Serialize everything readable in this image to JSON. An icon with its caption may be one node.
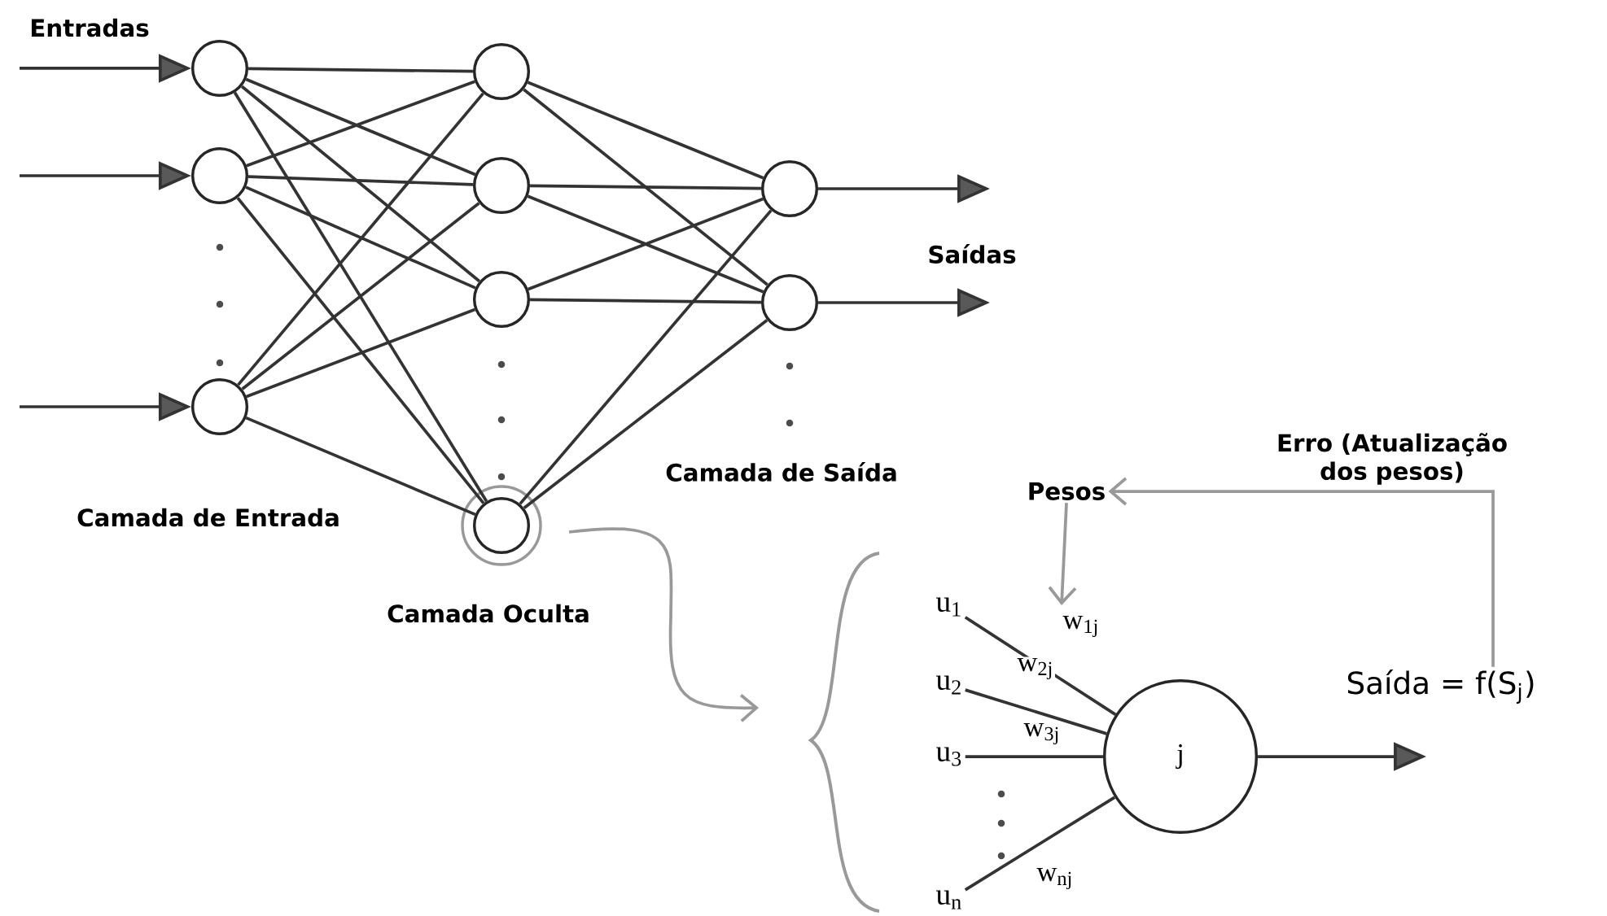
{
  "diagram": {
    "nodes": [
      {
        "text": [],
        "shape": "circle"
      },
      {
        "text": [],
        "shape": "circle"
      },
      {
        "text": [],
        "shape": "circle"
      },
      {
        "text": [],
        "shape": "circle"
      },
      {
        "text": [],
        "shape": "circle"
      },
      {
        "text": [],
        "shape": "circle"
      },
      {
        "text": [],
        "shape": "circle"
      },
      {
        "text": [],
        "shape": "circle"
      },
      {
        "text": [],
        "shape": "circle"
      },
      {
        "text": [
          "Pesos"
        ]
      },
      {
        "text": [
          "u$_{1}$"
        ]
      },
      {
        "text": [
          "u$_{2}$"
        ]
      },
      {
        "text": [
          "u$_{3}$"
        ]
      },
      {
        "text": [
          "u$_{n}$"
        ]
      },
      {
        "text": [
          "j"
        ]
      },
      {
        "text": [
          "Saída = f(S$_{j}$)"
        ]
      }
    ],
    "edges": [
      {
        "from": null,
        "to": 0,
        "arrow": "to"
      },
      {
        "from": null,
        "to": 1,
        "arrow": "to"
      },
      {
        "from": null,
        "to": 2,
        "arrow": "to"
      },
      {
        "from": 0,
        "to": 3,
        "arrow": "none"
      },
      {
        "from": 0,
        "to": 4,
        "arrow": "none"
      },
      {
        "from": 0,
        "to": 5,
        "arrow": "none"
      },
      {
        "from": 0,
        "to": 6,
        "arrow": "none"
      },
      {
        "from": 1,
        "to": 3,
        "arrow": "none"
      },
      {
        "from": 1,
        "to": 4,
        "arrow": "none"
      },
      {
        "from": 1,
        "to": 5,
        "arrow": "none"
      },
      {
        "from": 1,
        "to": 6,
        "arrow": "none"
      },
      {
        "from": 2,
        "to": 3,
        "arrow": "none"
      },
      {
        "from": 2,
        "to": 4,
        "arrow": "none"
      },
      {
        "from": 2,
        "to": 5,
        "arrow": "none"
      },
      {
        "from": 2,
        "to": 6,
        "arrow": "none"
      },
      {
        "from": 3,
        "to": 7,
        "arrow": "none"
      },
      {
        "from": 3,
        "to": 8,
        "arrow": "none"
      },
      {
        "from": 4,
        "to": 7,
        "arrow": "none"
      },
      {
        "from": 4,
        "to": 8,
        "arrow": "none"
      },
      {
        "from": 5,
        "to": 7,
        "arrow": "none"
      },
      {
        "from": 5,
        "to": 8,
        "arrow": "none"
      },
      {
        "from": 6,
        "to": 7,
        "arrow": "none"
      },
      {
        "from": 6,
        "to": 8,
        "arrow": "none"
      },
      {
        "from": 7,
        "to": null,
        "arrow": "to"
      },
      {
        "from": 8,
        "to": null,
        "arrow": "to"
      },
      {
        "from": 6,
        "to": null,
        "arrow": "to",
        "color": "#999999"
      },
      {
        "from": 10,
        "to": 14,
        "arrow": "none",
        "label": "w$_{1j}$"
      },
      {
        "from": 11,
        "to": 14,
        "arrow": "none",
        "label": "w$_{2j}$"
      },
      {
        "from": 12,
        "to": 14,
        "arrow": "none",
        "label": "w$_{3j}$"
      },
      {
        "from": 13,
        "to": 14,
        "arrow": "none",
        "label": "w$_{nj}$"
      },
      {
        "from": 14,
        "to": null,
        "arrow": "to"
      },
      {
        "from": 9,
        "to": null,
        "arrow": "to",
        "color": "#999999"
      },
      {
        "from": 15,
        "to": 9,
        "arrow": "to",
        "color": "#999999",
        "label": "Erro (Atualização dos pesos)"
      }
    ],
    "labels": [
      "Entradas",
      "Saídas",
      "Camada de Saída",
      "Camada de Entrada",
      "Camada Oculta"
    ]
  }
}
